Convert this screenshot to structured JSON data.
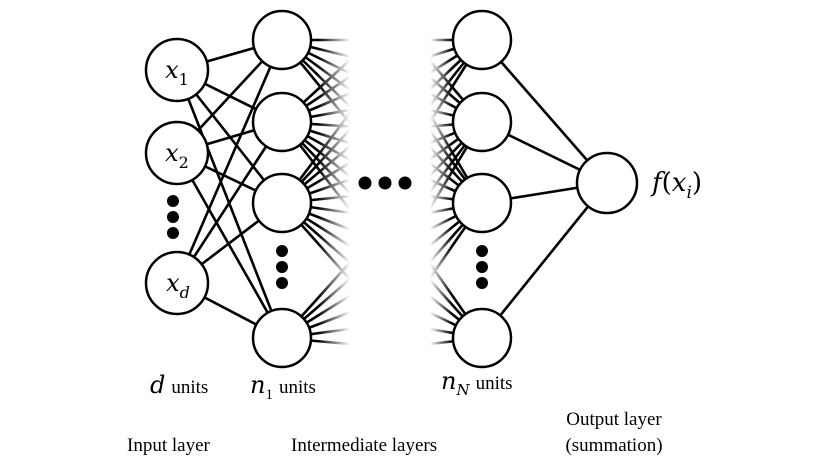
{
  "input_nodes": [
    {
      "sym": "x",
      "sub": "1"
    },
    {
      "sym": "x",
      "sub": "2"
    },
    {
      "sym": "x",
      "sub": "d"
    }
  ],
  "output_label": {
    "fn": "f",
    "open": "(",
    "sym": "x",
    "sub": "i",
    "close": ")"
  },
  "unit_labels": {
    "input": {
      "sym": "d",
      "sub": "",
      "text": "units"
    },
    "first_hidden": {
      "sym": "n",
      "sub": "1",
      "text": "units"
    },
    "last_hidden": {
      "sym": "n",
      "sub": "N",
      "text": "units"
    }
  },
  "layer_labels": {
    "input": "Input layer",
    "intermediate": "Intermediate layers",
    "output_line1": "Output layer",
    "output_line2": "(summation)"
  }
}
